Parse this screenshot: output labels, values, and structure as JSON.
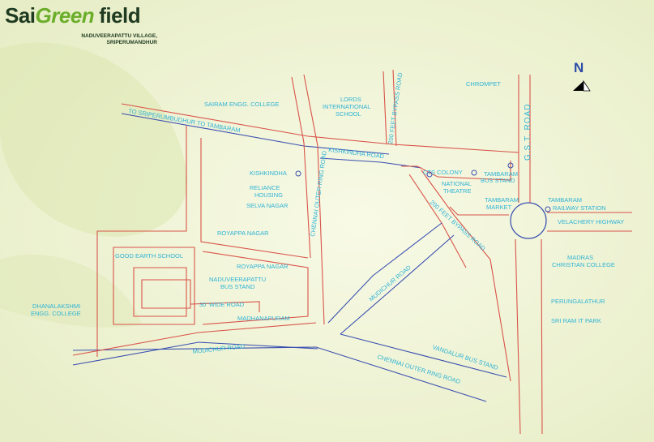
{
  "logo": {
    "brand_sai": "Sai",
    "brand_green": "Green",
    "brand_field": "field",
    "subtitle_line1": "NADUVEERAPATTU VILLAGE,",
    "subtitle_line2": "SRIPERUMANDHUR"
  },
  "compass": {
    "label": "N"
  },
  "colors": {
    "road_outline_red": "#d9534a",
    "road_outline_blue": "#3a4fb0",
    "label_cyan": "#2fb3d6",
    "background": "#eef2d4"
  },
  "labels": {
    "chrompet": "CHROMPET",
    "gst_road": "G.S.T. ROAD",
    "lords_school": [
      "LORDS",
      "INTERNATIONAL",
      "SCHOOL"
    ],
    "bypass_200_north": "200 FEET BYPASS ROAD",
    "sairam_college": "SAIRAM ENGG. COLLEGE",
    "sriperumbudur_tambaram": "TO SRIPERUMBUDHUR TO TAMBARAM",
    "kishkindha_road": "KISHKINDHA ROAD",
    "chennai_orr_north": "CHENNAI OUTER RING ROAD",
    "kishkindha": "KISHKINDHA",
    "reliance_housing": [
      "RELIANCE",
      "HOUSING"
    ],
    "selva_nagar": "SELVA NAGAR",
    "royappa_nagar_1": "ROYAPPA NAGAR",
    "royappa_nagar_2": "ROYAPPA NAGAR",
    "good_earth_school": "GOOD EARTH SCHOOL",
    "naduveerapattu_bus": [
      "NADUVEERAPATTU",
      "BUS STAND"
    ],
    "wide_road_30": "30' WIDE ROAD",
    "madhanapuram": "MADHANAPURAM",
    "dhanalakshmi": [
      "DHANALAKSHMI",
      "ENGG. COLLEGE"
    ],
    "mudichur_road_west": "MUDICHUR ROAD",
    "mudichur_road_centre": "MUDICHUR ROAD",
    "chennai_orr_south": "CHENNAI OUTER RING ROAD",
    "vandalur_bus_stand": "VANDALUR BUS STAND",
    "bypass_200_south": "200 FEET BYPASS ROAD",
    "tambaram_market": [
      "TAMBARAM",
      "MARKET"
    ],
    "national_theatre": [
      "NATIONAL",
      "THEATRE"
    ],
    "cts_colony": "CTS COLONY",
    "tambaram_bus_stand": [
      "TAMBARAM",
      "BUS STAND"
    ],
    "tambaram_railway": [
      "TAMBARAM",
      "RAILWAY STATION"
    ],
    "velachery_highway": "VELACHERY HIGHWAY",
    "mcc": [
      "MADRAS",
      "CHRISTIAN COLLEGE"
    ],
    "perungalathur": "PERUNGALATHUR",
    "sri_ram_it_park": "SRI RAM IT PARK"
  }
}
